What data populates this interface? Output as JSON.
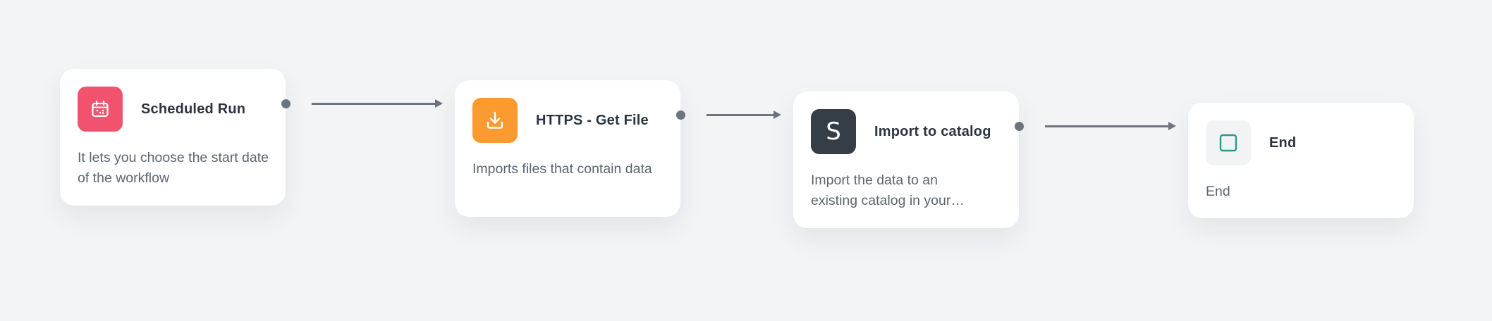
{
  "workflow": {
    "nodes": [
      {
        "title": "Scheduled Run",
        "description": "It lets you choose the start date of the workflow",
        "icon": "calendar-icon",
        "color": "#f1536f"
      },
      {
        "title": "HTTPS - Get File",
        "description": "Imports files that contain data",
        "icon": "download-icon",
        "color": "#fb9a2f"
      },
      {
        "title": "Import to catalog",
        "description_line1": "Import the data to an",
        "description_line2": "existing catalog in your…",
        "icon": "synerise-s-icon",
        "icon_text": "S",
        "color": "#353d47"
      },
      {
        "title": "End",
        "description": "End",
        "icon": "square-outline-icon",
        "color": "#f1f3f5",
        "accent": "#2b9a8d"
      }
    ]
  }
}
